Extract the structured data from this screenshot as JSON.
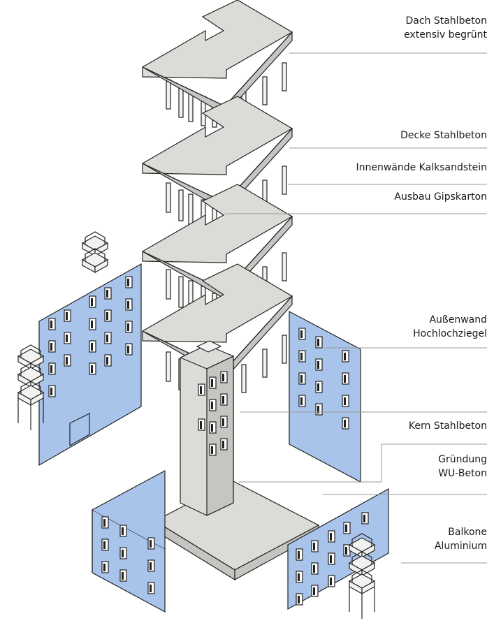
{
  "callouts": {
    "dach": {
      "line1": "Dach Stahlbeton",
      "line2": "extensiv begrünt"
    },
    "decke": "Decke Stahlbeton",
    "innenwaende": "Innenwände Kalksandstein",
    "ausbau": "Ausbau Gipskarton",
    "aussenwand": {
      "line1": "Außenwand",
      "line2": "Hochlochziegel"
    },
    "kern": "Kern Stahlbeton",
    "gruendung": {
      "line1": "Gründung",
      "line2": "WU-Beton"
    },
    "balkone": {
      "line1": "Balkone",
      "line2": "Aluminium"
    }
  },
  "colors": {
    "slab_top": "#dcdbd7",
    "slab_side": "#c6c5c1",
    "wall_blue": "#a9c4ea",
    "line": "#222222",
    "leader": "#9a9a9a"
  }
}
